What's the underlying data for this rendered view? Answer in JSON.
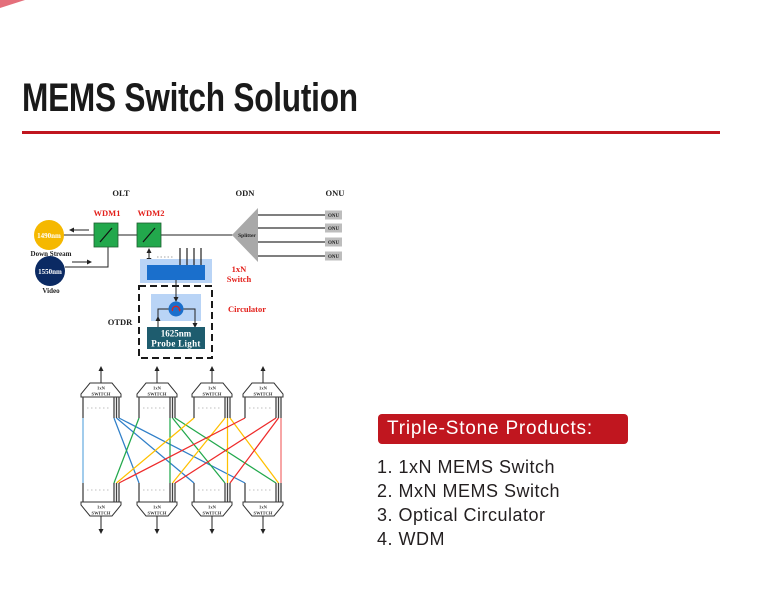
{
  "page": {
    "title": "MEMS Switch Solution",
    "accent_color": "#c0161f"
  },
  "diagram": {
    "headers": {
      "olt": "OLT",
      "odn": "ODN",
      "onu": "ONU"
    },
    "wdm": [
      "WDM1",
      "WDM2"
    ],
    "sources": [
      {
        "wavelength": "1490nm",
        "label": "Down Stream",
        "color": "#f5b800"
      },
      {
        "wavelength": "1550nm",
        "label": "Video",
        "color": "#0b2a63"
      }
    ],
    "splitter": "Splitter",
    "onus": [
      "ONU",
      "ONU",
      "ONU",
      "ONU"
    ],
    "switch_label": [
      "1xN",
      "Switch"
    ],
    "circulator": "Circulator",
    "otdr": "OTDR",
    "probe": [
      "1625nm",
      "Probe Light"
    ],
    "colors": {
      "label_red": "#e3201b",
      "wdm_green": "#22a84c",
      "switch_blue": "#1a6fcc",
      "switch_bg": "#b9d4f6",
      "splitter_gray": "#a9a9a9",
      "onu_gray": "#bdbdbd",
      "probe": "#1e5c6e"
    }
  },
  "mesh": {
    "switch_text": [
      "1xN",
      "SWITCH"
    ],
    "count": 4,
    "line_colors": [
      "#2f7fc8",
      "#22a84c",
      "#ffc000",
      "#ee2b2b"
    ],
    "straight_colors": [
      "#6aaee0",
      "#22a84c",
      "#ffc000",
      "#f27070"
    ]
  },
  "products": {
    "heading": "Triple-Stone Products:",
    "items": [
      "1. 1xN MEMS Switch",
      "2. MxN MEMS Switch",
      "3. Optical Circulator",
      "4. WDM"
    ]
  }
}
